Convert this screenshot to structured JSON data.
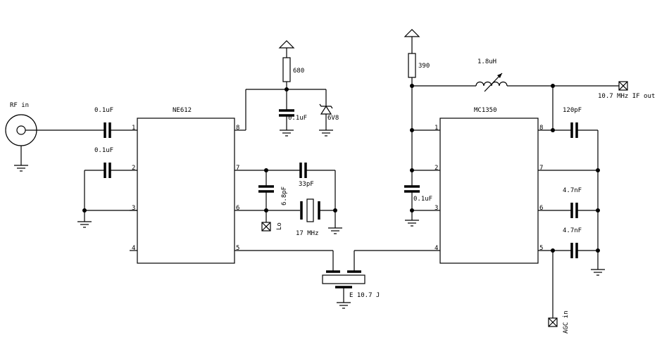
{
  "rf_in": "RF in",
  "if_out": "10.7 MHz IF out",
  "lo": "Lo",
  "agc_in": "AGC in",
  "ic1": {
    "name": "NE612",
    "pins": [
      "1",
      "2",
      "3",
      "4",
      "5",
      "6",
      "7",
      "8"
    ]
  },
  "ic2": {
    "name": "MC1350",
    "pins": [
      "1",
      "2",
      "3",
      "4",
      "5",
      "6",
      "7",
      "8"
    ]
  },
  "components": {
    "c_in": "0.1uF",
    "c_pin2": "0.1uF",
    "c_supply1": "0.1uF",
    "r_supply1": "680",
    "zener": "6V8",
    "c_osc1": "6.8pF",
    "c_osc2": "33pF",
    "crystal": "17 MHz",
    "filter": "E 10.7 J",
    "r_supply2": "390",
    "inductor": "1.8uH",
    "c_supply2": "0.1uF",
    "c_out": "120pF",
    "c_pin6": "4.7nF",
    "c_pin5": "4.7nF"
  }
}
